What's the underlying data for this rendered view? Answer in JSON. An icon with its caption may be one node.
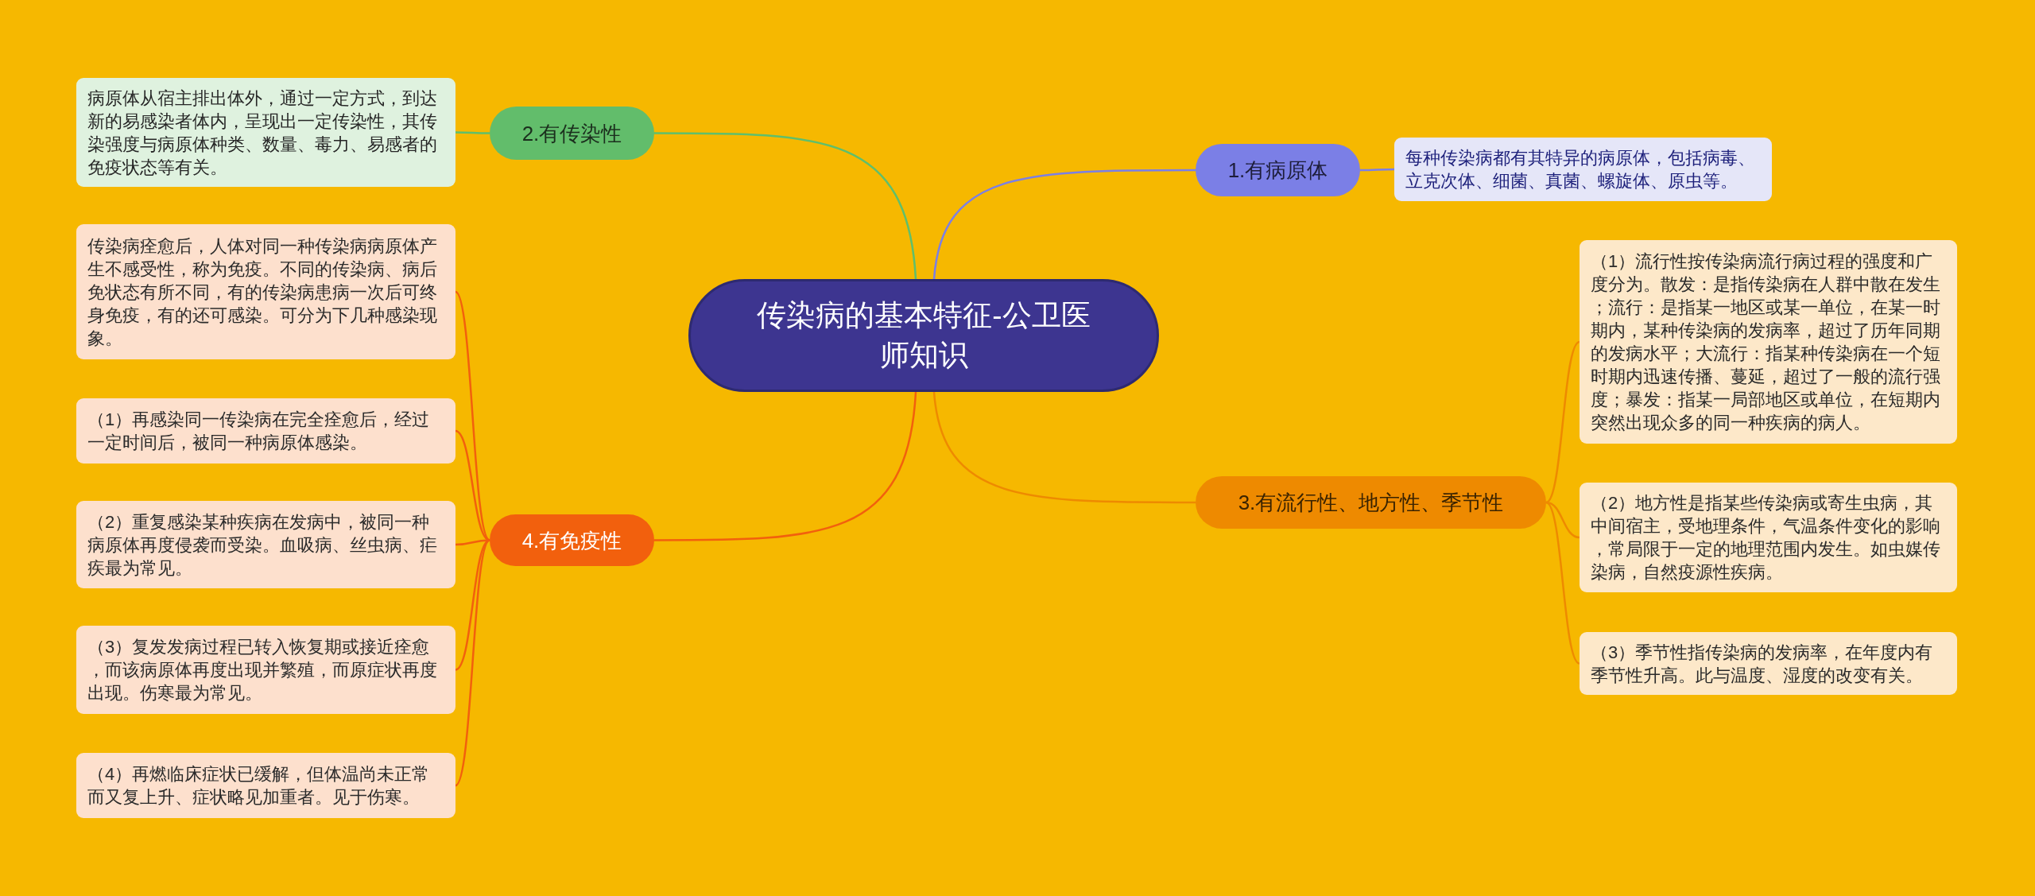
{
  "diagram": {
    "nodes": [
      {
        "text": [
          "传染病的基本特征-公卫医师知识"
        ]
      },
      {
        "text": [
          "1.有病原体"
        ]
      },
      {
        "text": [
          "每种传染病都有其特异的病原体，包括病毒、立克次体、细菌、真菌、螺旋体、原虫等。"
        ]
      },
      {
        "text": [
          "2.有传染性"
        ]
      },
      {
        "text": [
          "病原体从宿主排出体外，通过一定方式，到达新的易感染者体内，呈现出一定传染性，其传染强度与病原体种类、数量、毒力、易感者的免疫状态等有关。"
        ]
      },
      {
        "text": [
          "3.有流行性、地方性、季节性"
        ]
      },
      {
        "text": [
          "（1）流行性按传染病流行病过程的强度和广度分为。散发：是指传染病在人群中散在发生；流行：是指某一地区或某一单位，在某一时期内，某种传染病的发病率，超过了历年同期的发病水平；大流行：指某种传染病在一个短时期内迅速传播、蔓延，超过了一般的流行强度；暴发：指某一局部地区或单位，在短期内突然出现众多的同一种疾病的病人。"
        ]
      },
      {
        "text": [
          "（2）地方性是指某些传染病或寄生虫病，其中间宿主，受地理条件，气温条件变化的影响，常局限于一定的地理范围内发生。如虫媒传染病，自然疫源性疾病。"
        ]
      },
      {
        "text": [
          "（3）季节性指传染病的发病率，在年度内有季节性升高。此与温度、湿度的改变有关。"
        ]
      },
      {
        "text": [
          "4.有免疫性"
        ]
      },
      {
        "text": [
          "传染病痊愈后，人体对同一种传染病病原体产生不感受性，称为免疫。不同的传染病、病后免状态有所不同，有的传染病患病一次后可终身免疫，有的还可感染。可分为下几种感染现象。"
        ]
      },
      {
        "text": [
          "（1）再感染同一传染病在完全痊愈后，经过一定时间后，被同一种病原体感染。"
        ]
      },
      {
        "text": [
          "（2）重复感染某种疾病在发病中，被同一种病原体再度侵袭而受染。血吸病、丝虫病、疟疾最为常见。"
        ]
      },
      {
        "text": [
          "（3）复发发病过程已转入恢复期或接近痊愈，而该病原体再度出现并繁殖，而原症状再度出现。伤寒最为常见。"
        ]
      },
      {
        "text": [
          "（4）再燃临床症状已缓解，但体温尚未正常而又复上升、症状略见加重者。见于伤寒。"
        ]
      }
    ],
    "edges": [
      {
        "from": 0,
        "to": 1,
        "arrow": "none",
        "color": "#7b7fe6"
      },
      {
        "from": 1,
        "to": 2,
        "arrow": "none",
        "color": "#7b7fe6"
      },
      {
        "from": 0,
        "to": 3,
        "arrow": "none",
        "color": "#5fbf6c"
      },
      {
        "from": 3,
        "to": 4,
        "arrow": "none",
        "color": "#5fbf6c"
      },
      {
        "from": 0,
        "to": 5,
        "arrow": "none",
        "color": "#ee8a00"
      },
      {
        "from": 5,
        "to": 6,
        "arrow": "none",
        "color": "#ee8a00"
      },
      {
        "from": 5,
        "to": 7,
        "arrow": "none",
        "color": "#ee8a00"
      },
      {
        "from": 5,
        "to": 8,
        "arrow": "none",
        "color": "#ee8a00"
      },
      {
        "from": 0,
        "to": 9,
        "arrow": "none"
      },
      {
        "from": 9,
        "to": 10,
        "arrow": "none"
      },
      {
        "from": 9,
        "to": 11,
        "arrow": "none"
      },
      {
        "from": 9,
        "to": 12,
        "arrow": "none"
      },
      {
        "from": 9,
        "to": 13,
        "arrow": "none"
      },
      {
        "from": 9,
        "to": 14,
        "arrow": "none"
      }
    ]
  }
}
